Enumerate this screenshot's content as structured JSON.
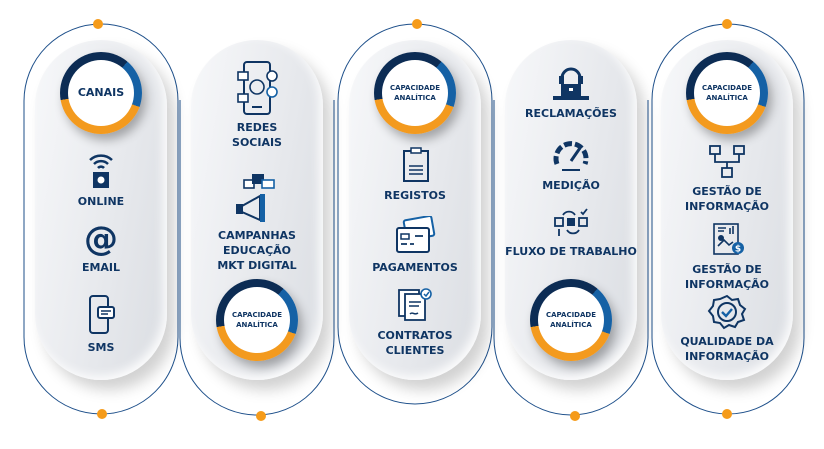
{
  "colors": {
    "navy": "#0f3563",
    "orange": "#f59b1a",
    "blue": "#1561a5"
  },
  "columns": [
    {
      "badge": "CANAIS",
      "items": [
        {
          "label": "ONLINE",
          "icon": "wifi-device-icon"
        },
        {
          "label": "EMAIL",
          "icon": "at-icon"
        },
        {
          "label": "SMS",
          "icon": "phone-chat-icon"
        }
      ]
    },
    {
      "items": [
        {
          "label": "REDES SOCIAIS",
          "icon": "social-phone-icon"
        },
        {
          "label": "CAMPANHAS EDUCAÇÃO MKT DIGITAL",
          "icon": "megaphone-icon"
        }
      ],
      "badge": "CAPACIDADE ANALÍTICA"
    },
    {
      "badge": "CAPACIDADE ANALÍTICA",
      "items": [
        {
          "label": "REGISTOS",
          "icon": "clipboard-icon"
        },
        {
          "label": "PAGAMENTOS",
          "icon": "cards-icon"
        },
        {
          "label": "CONTRATOS CLIENTES",
          "icon": "contracts-icon"
        }
      ]
    },
    {
      "items": [
        {
          "label": "RECLAMAÇÕES",
          "icon": "headset-laptop-icon"
        },
        {
          "label": "MEDIÇÃO",
          "icon": "gauge-icon"
        },
        {
          "label": "FLUXO DE TRABALHO",
          "icon": "workflow-icon"
        }
      ],
      "badge": "CAPACIDADE ANALÍTICA"
    },
    {
      "badge": "CAPACIDADE ANALÍTICA",
      "items": [
        {
          "label": "GESTÃO DE INFORMAÇÃO",
          "icon": "hierarchy-icon"
        },
        {
          "label": "GESTÃO DE INFORMAÇÃO",
          "icon": "report-icon"
        },
        {
          "label": "QUALIDADE DA INFORMAÇÃO",
          "icon": "quality-badge-icon"
        }
      ]
    }
  ]
}
